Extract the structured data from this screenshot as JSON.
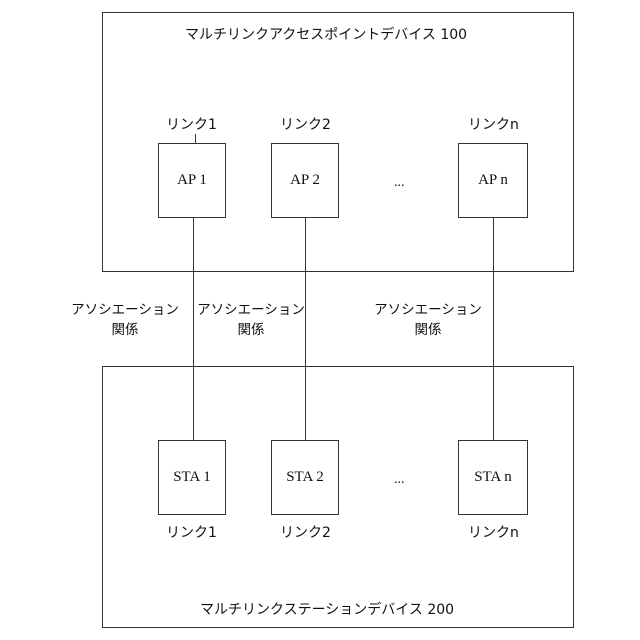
{
  "ap_device": {
    "title": "マルチリンクアクセスポイントデバイス 100",
    "nodes": [
      {
        "link_label": "リンク1",
        "label": "AP 1"
      },
      {
        "link_label": "リンク2",
        "label": "AP 2"
      },
      {
        "link_label": "リンクn",
        "label": "AP n"
      }
    ],
    "ellipsis": "..."
  },
  "associations": [
    {
      "line1": "アソシエーション",
      "line2": "関係"
    },
    {
      "line1": "アソシエーション",
      "line2": "関係"
    },
    {
      "line1": "アソシエーション",
      "line2": "関係"
    }
  ],
  "sta_device": {
    "title": "マルチリンクステーションデバイス 200",
    "nodes": [
      {
        "label": "STA 1",
        "link_label": "リンク1"
      },
      {
        "label": "STA 2",
        "link_label": "リンク2"
      },
      {
        "label": "STA n",
        "link_label": "リンクn"
      }
    ],
    "ellipsis": "..."
  }
}
